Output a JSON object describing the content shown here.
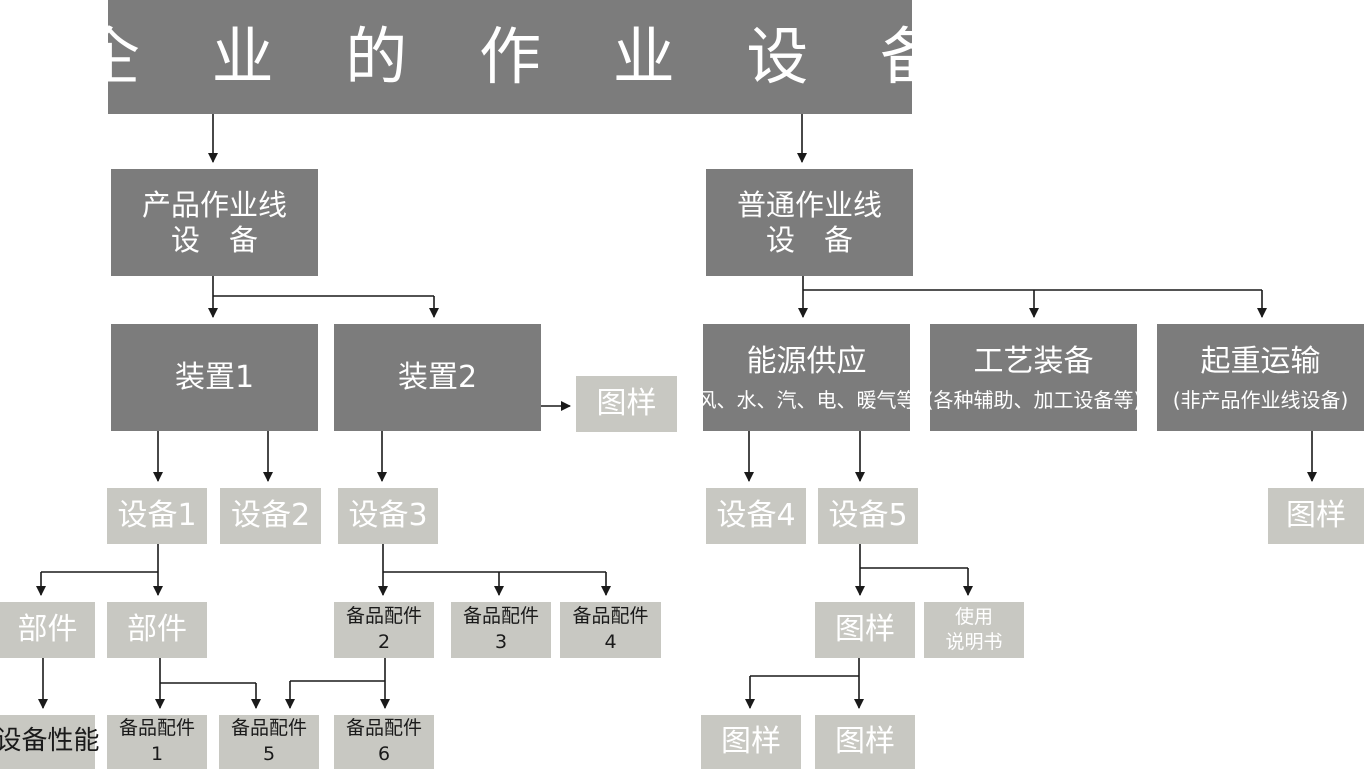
{
  "title": "企 业 的 作 业 设 备",
  "nodes": {
    "product_line": [
      "产品作业线",
      "设　备"
    ],
    "general_line": [
      "普通作业线",
      "设　备"
    ],
    "device1": "装置1",
    "device2": "装置2",
    "drawing_device2": "图样",
    "energy": "能源供应",
    "energy_note": "(风、水、汽、电、暖气等)",
    "process": "工艺装备",
    "process_note": "(各种辅助、加工设备等)",
    "lifting": "起重运输",
    "lifting_note": "(非产品作业线设备)",
    "equip1": "设备1",
    "equip2": "设备2",
    "equip3": "设备3",
    "equip4": "设备4",
    "equip5": "设备5",
    "drawing_lifting": "图样",
    "part_a": "部件",
    "part_b": "部件",
    "spare2": [
      "备品配件",
      "2"
    ],
    "spare3": [
      "备品配件",
      "3"
    ],
    "spare4": [
      "备品配件",
      "4"
    ],
    "drawing_equip5": "图样",
    "manual": [
      "使用",
      "说明书"
    ],
    "performance": "设备性能",
    "spare1": [
      "备品配件",
      "1"
    ],
    "spare5": [
      "备品配件",
      "5"
    ],
    "spare6": [
      "备品配件",
      "6"
    ],
    "drawing_a": "图样",
    "drawing_b": "图样"
  },
  "colors": {
    "dark_box": "#7c7c7c",
    "light_box": "#c8c8c2",
    "line": "#1a1a1a"
  }
}
